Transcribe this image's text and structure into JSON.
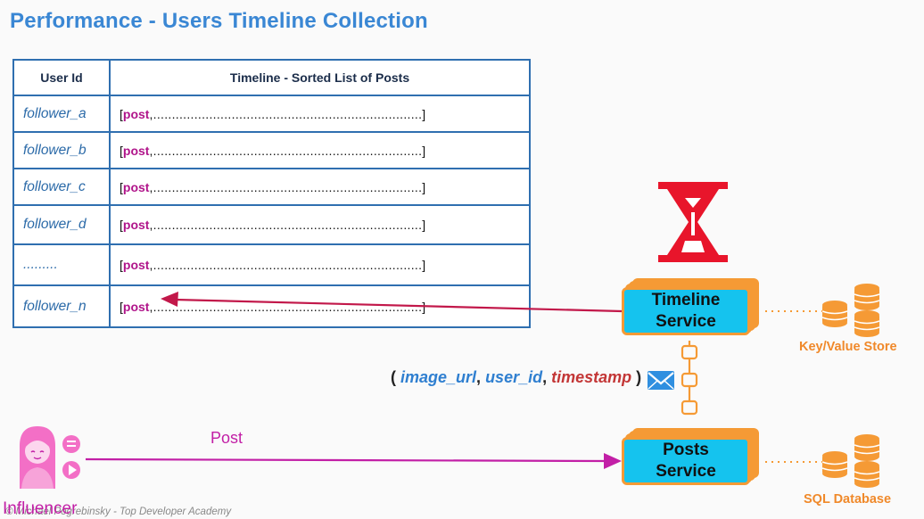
{
  "title": "Performance - Users Timeline Collection",
  "table": {
    "headers": [
      "User Id",
      "Timeline - Sorted List of Posts"
    ],
    "rows": [
      {
        "user": "follower_a",
        "post": "post",
        "rest": ",........................................................................]"
      },
      {
        "user": "follower_b",
        "post": "post",
        "rest": ",........................................................................]"
      },
      {
        "user": "follower_c",
        "post": "post",
        "rest": ",........................................................................]"
      },
      {
        "user": "follower_d",
        "post": "post",
        "rest": ",........................................................................]"
      },
      {
        "user": ".........",
        "post": "post",
        "rest": ",........................................................................]"
      },
      {
        "user": "follower_n",
        "post": "post",
        "rest": ",........................................................................]"
      }
    ],
    "bracket_open": "["
  },
  "timeline_service": {
    "line1": "Timeline",
    "line2": "Service"
  },
  "posts_service": {
    "line1": "Posts",
    "line2": "Service"
  },
  "kv_store_label": "Key/Value Store",
  "sql_label": "SQL Database",
  "payload": {
    "open": "( ",
    "field1": "image_url",
    "sep1": ", ",
    "field2": "user_id",
    "sep2": ", ",
    "field3": "timestamp",
    "close": " )"
  },
  "post_arrow_label": "Post",
  "influencer_label": "Influencer",
  "copyright": "© Michael Pogrebinsky - Top Developer Academy",
  "colors": {
    "title": "#3a87d4",
    "table_border": "#2f6fb0",
    "service_fill": "#15c3ee",
    "service_border": "#f59a35",
    "arrow_red": "#c2184a",
    "arrow_magenta": "#c21fa6",
    "hourglass": "#e8152b"
  },
  "icons": [
    "hourglass-icon",
    "database-icon",
    "envelope-icon",
    "influencer-icon"
  ]
}
